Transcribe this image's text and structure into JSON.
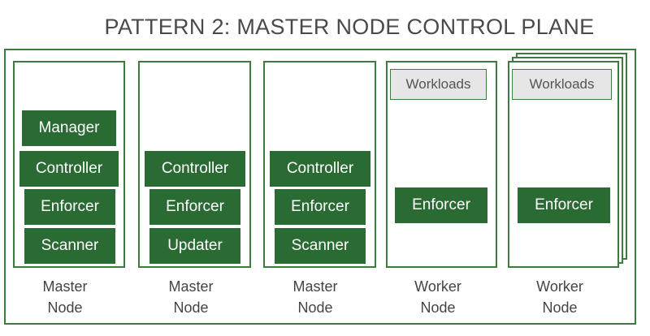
{
  "title": "PATTERN 2: MASTER NODE CONTROL PLANE",
  "nodes": [
    {
      "line1": "Master",
      "line2": "Node",
      "components": [
        "Manager",
        "Controller",
        "Enforcer",
        "Scanner"
      ]
    },
    {
      "line1": "Master",
      "line2": "Node",
      "components": [
        "Controller",
        "Enforcer",
        "Updater"
      ]
    },
    {
      "line1": "Master",
      "line2": "Node",
      "components": [
        "Controller",
        "Enforcer",
        "Scanner"
      ]
    },
    {
      "line1": "Worker",
      "line2": "Node",
      "workloads": "Workloads",
      "components": [
        "Enforcer"
      ]
    },
    {
      "line1": "Worker",
      "line2": "Node",
      "workloads": "Workloads",
      "components": [
        "Enforcer"
      ]
    }
  ],
  "colors": {
    "component_fill": "#2a6a33",
    "border": "#3f7a3f",
    "workloads_fill": "#e6e6e6"
  }
}
